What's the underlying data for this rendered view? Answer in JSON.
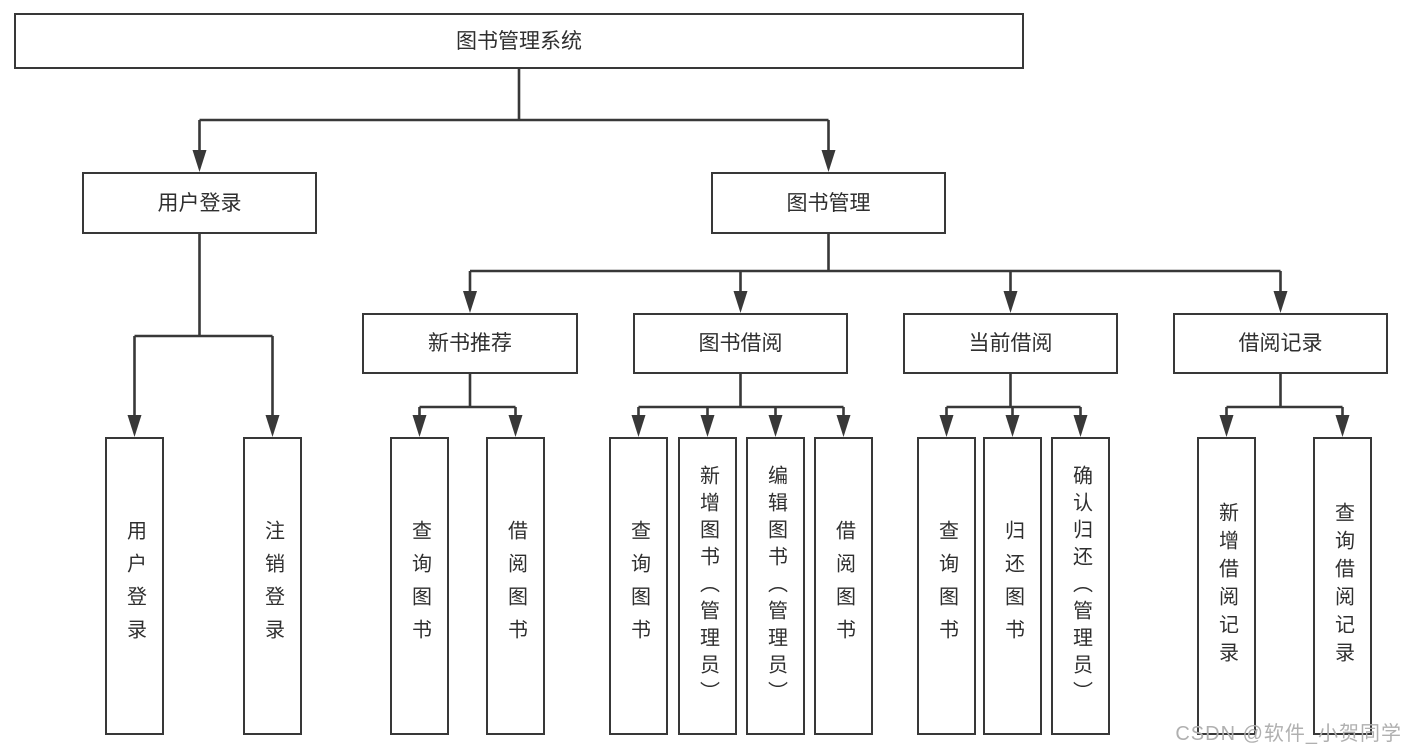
{
  "diagram": {
    "root": {
      "label": "图书管理系统"
    },
    "level2": {
      "user_login": {
        "label": "用户登录"
      },
      "book_mgmt": {
        "label": "图书管理"
      }
    },
    "level3": {
      "new_books": {
        "label": "新书推荐"
      },
      "borrowing": {
        "label": "图书借阅"
      },
      "current": {
        "label": "当前借阅"
      },
      "records": {
        "label": "借阅记录"
      }
    },
    "leaves": {
      "login": {
        "label": "用户登录"
      },
      "logout": {
        "label": "注销登录"
      },
      "nb_query": {
        "label": "查询图书"
      },
      "nb_borrow": {
        "label": "借阅图书"
      },
      "bw_query": {
        "label": "查询图书"
      },
      "bw_add": {
        "label": "新增图书（管理员）"
      },
      "bw_edit": {
        "label": "编辑图书（管理员）"
      },
      "bw_borrow": {
        "label": "借阅图书"
      },
      "cur_query": {
        "label": "查询图书"
      },
      "cur_return": {
        "label": "归还图书"
      },
      "cur_confirm": {
        "label": "确认归还（管理员）"
      },
      "rec_add": {
        "label": "新增借阅记录"
      },
      "rec_query": {
        "label": "查询借阅记录"
      }
    }
  },
  "watermark": {
    "text": "CSDN @软件_小贺同学"
  },
  "colors": {
    "line": "#383838",
    "text": "#2f2f2f",
    "watermark": "#b0b0b0",
    "background": "#ffffff"
  }
}
